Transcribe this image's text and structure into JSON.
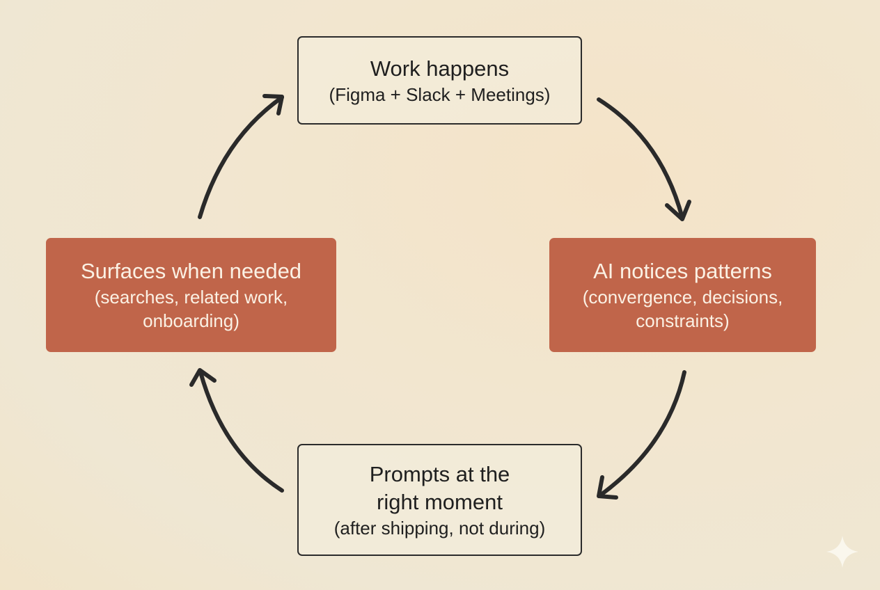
{
  "diagram": {
    "type": "cycle",
    "nodes": [
      {
        "id": "top",
        "title": "Work happens",
        "subtitle": "(Figma + Slack + Meetings)",
        "style": "outline"
      },
      {
        "id": "right",
        "title": "AI notices patterns",
        "subtitle_lines": [
          "(convergence, decisions,",
          "constraints)"
        ],
        "style": "filled"
      },
      {
        "id": "bottom",
        "title_lines": [
          "Prompts at the",
          "right moment"
        ],
        "subtitle": "(after shipping, not during)",
        "style": "outline"
      },
      {
        "id": "left",
        "title": "Surfaces when needed",
        "subtitle_lines": [
          "(searches, related work,",
          "onboarding)"
        ],
        "style": "filled"
      }
    ],
    "edges": [
      {
        "from": "top",
        "to": "right"
      },
      {
        "from": "right",
        "to": "bottom"
      },
      {
        "from": "bottom",
        "to": "left"
      },
      {
        "from": "left",
        "to": "top"
      }
    ],
    "colors": {
      "accent_fill": "#c0654a",
      "accent_text": "#fbf1e4",
      "outline": "#2b2b2b",
      "arrow": "#2a2a2a"
    },
    "watermark_icon": "sparkle-icon"
  }
}
